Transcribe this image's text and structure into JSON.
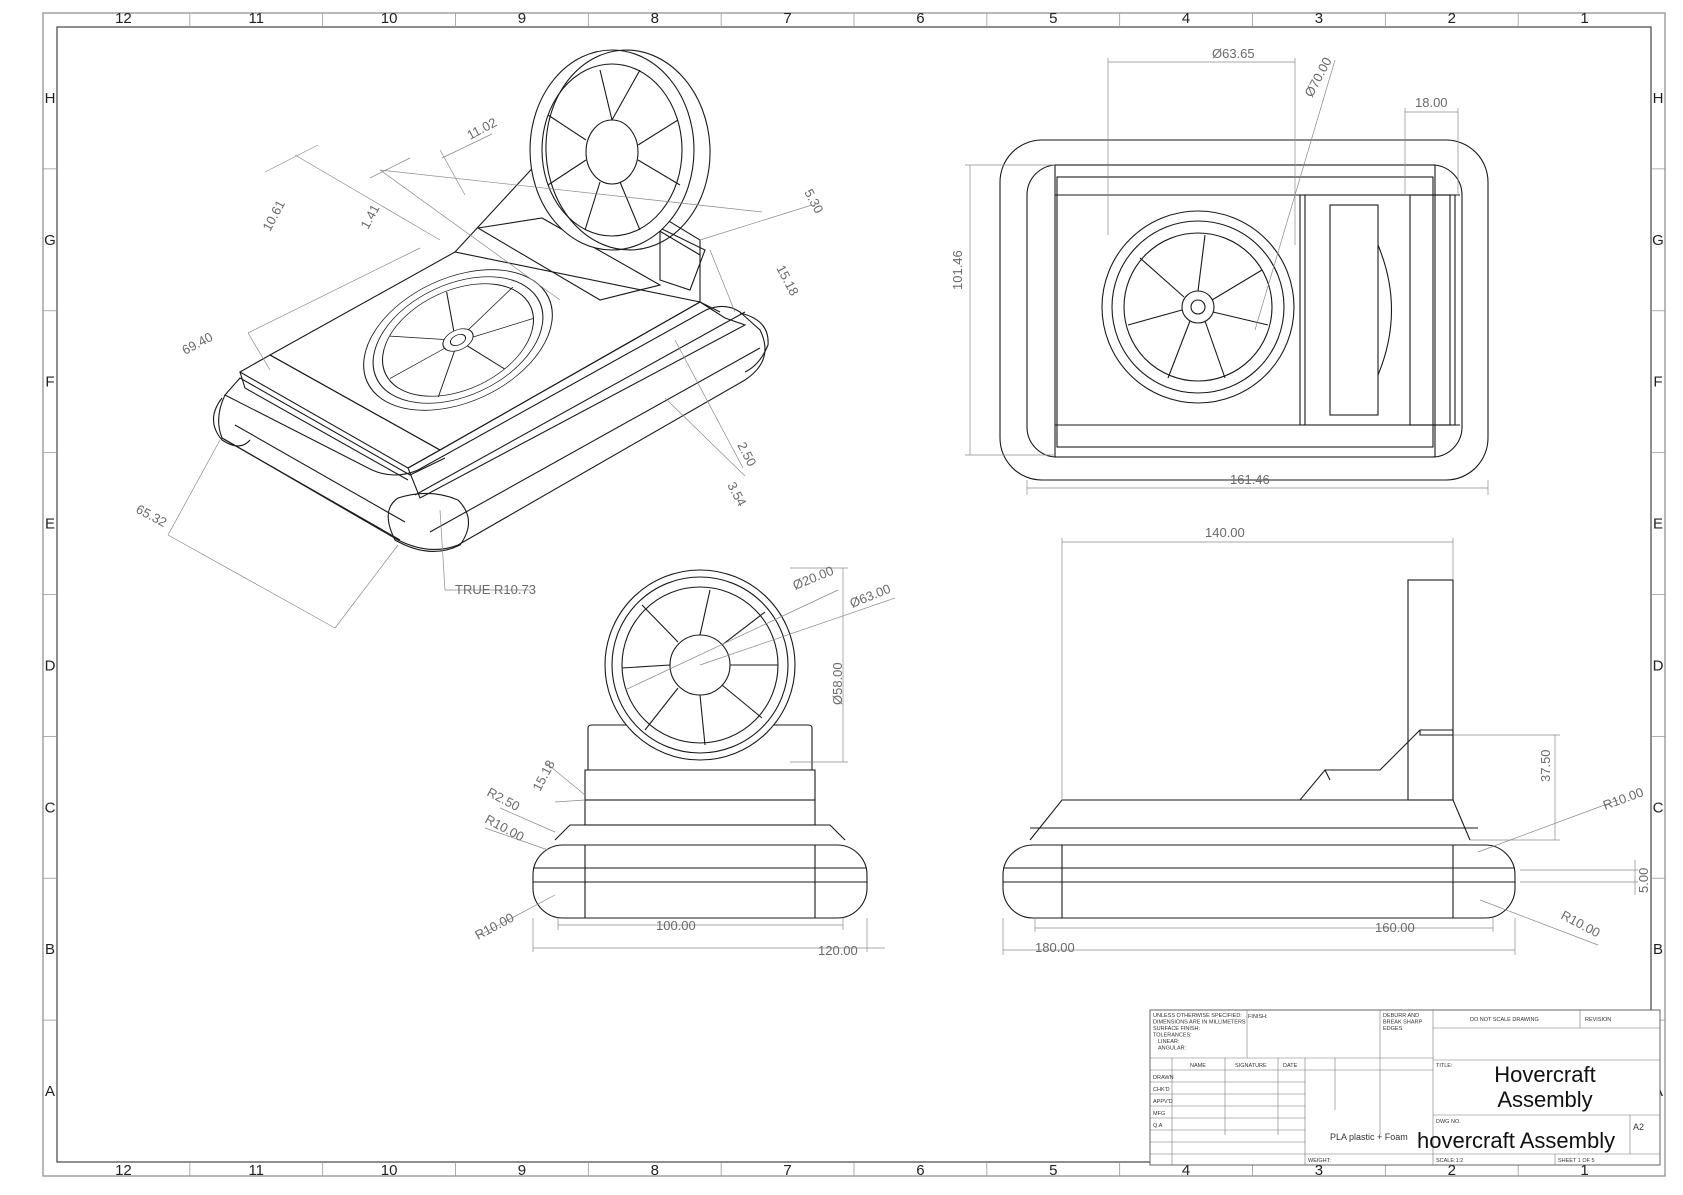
{
  "zones": {
    "columns": [
      "12",
      "11",
      "10",
      "9",
      "8",
      "7",
      "6",
      "5",
      "4",
      "3",
      "2",
      "1"
    ],
    "rows": [
      "H",
      "G",
      "F",
      "E",
      "D",
      "C",
      "B",
      "A"
    ]
  },
  "iso_view": {
    "dims": {
      "d1102": "11.02",
      "d1061": "10.61",
      "d141": "1.41",
      "d530": "5.30",
      "d1518": "15.18",
      "d6940": "69.40",
      "d250": "2.50",
      "d354": "3.54",
      "d6532": "65.32",
      "true_r": "TRUE R10.73"
    }
  },
  "top_view": {
    "dims": {
      "d6365": "Ø63.65",
      "d7000": "Ø70.00",
      "d1800": "18.00",
      "d10146": "101.46",
      "d16146": "161.46"
    }
  },
  "front_view": {
    "dims": {
      "d2000": "Ø20.00",
      "d6300": "Ø63.00",
      "d5800": "Ø58.00",
      "d1518": "15.18",
      "r250": "R2.50",
      "r1000a": "R10.00",
      "r1000b": "R10.00",
      "d10000": "100.00",
      "d12000": "120.00"
    }
  },
  "side_view": {
    "dims": {
      "d14000": "140.00",
      "d3750": "37.50",
      "r1000a": "R10.00",
      "d500": "5.00",
      "r1000b": "R10.00",
      "d16000": "160.00",
      "d18000": "180.00"
    }
  },
  "title_block": {
    "general_notes": [
      "UNLESS OTHERWISE SPECIFIED:",
      "DIMENSIONS ARE IN MILLIMETERS",
      "SURFACE FINISH:",
      "TOLERANCES:",
      "LINEAR:",
      "ANGULAR:"
    ],
    "finish_label": "FINISH:",
    "deburr_note": [
      "DEBURR AND",
      "BREAK SHARP",
      "EDGES"
    ],
    "do_not_scale": "DO NOT SCALE DRAWING",
    "revision_label": "REVISION",
    "col_name": "NAME",
    "col_signature": "SIGNATURE",
    "col_date": "DATE",
    "rows": [
      "DRAWN",
      "CHK'D",
      "APPV'D",
      "MFG",
      "Q.A"
    ],
    "title_label": "TITLE:",
    "title_line1": "Hovercraft",
    "title_line2": "Assembly",
    "material": "PLA plastic + Foam",
    "dwg_label": "DWG NO.",
    "dwg_no": "hovercraft Assembly",
    "size": "A2",
    "weight_label": "WEIGHT:",
    "scale": "SCALE:1:2",
    "sheet": "SHEET 1 OF 5"
  }
}
